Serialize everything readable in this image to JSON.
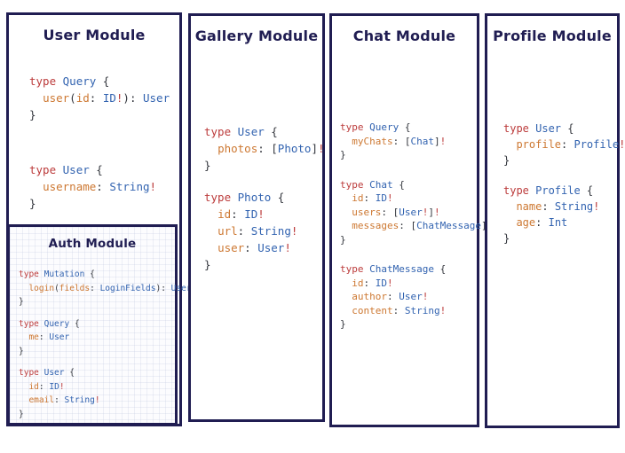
{
  "colors": {
    "navy": "#201d52",
    "red": "#bc3c3c",
    "blue": "#3263b0",
    "orange": "#cd7832",
    "punct": "#33363d",
    "background": "#ffffff",
    "auth_background": "#fcfcfe"
  },
  "modules": [
    {
      "id": "user-module",
      "title": "User Module",
      "blocks": [
        [
          [
            {
              "c": "k",
              "s": "type "
            },
            {
              "c": "t",
              "s": "Query"
            },
            {
              "c": "p",
              "s": " {"
            }
          ],
          [
            {
              "c": "p",
              "s": "  "
            },
            {
              "c": "f",
              "s": "user"
            },
            {
              "c": "p",
              "s": "("
            },
            {
              "c": "f",
              "s": "id"
            },
            {
              "c": "p",
              "s": ": "
            },
            {
              "c": "t",
              "s": "ID"
            },
            {
              "c": "b",
              "s": "!"
            },
            {
              "c": "p",
              "s": "): "
            },
            {
              "c": "t",
              "s": "User"
            }
          ],
          [
            {
              "c": "p",
              "s": "}"
            }
          ]
        ],
        [
          [
            {
              "c": "k",
              "s": "type "
            },
            {
              "c": "t",
              "s": "User"
            },
            {
              "c": "p",
              "s": " {"
            }
          ],
          [
            {
              "c": "p",
              "s": "  "
            },
            {
              "c": "f",
              "s": "username"
            },
            {
              "c": "p",
              "s": ": "
            },
            {
              "c": "t",
              "s": "String"
            },
            {
              "c": "b",
              "s": "!"
            }
          ],
          [
            {
              "c": "p",
              "s": "}"
            }
          ]
        ]
      ],
      "submodule": {
        "id": "auth-module",
        "title": "Auth Module",
        "blocks": [
          [
            [
              {
                "c": "k",
                "s": "type "
              },
              {
                "c": "t",
                "s": "Mutation"
              },
              {
                "c": "p",
                "s": " {"
              }
            ],
            [
              {
                "c": "p",
                "s": "  "
              },
              {
                "c": "f",
                "s": "login"
              },
              {
                "c": "p",
                "s": "("
              },
              {
                "c": "f",
                "s": "fields"
              },
              {
                "c": "p",
                "s": ": "
              },
              {
                "c": "t",
                "s": "LoginFields"
              },
              {
                "c": "p",
                "s": "): "
              },
              {
                "c": "t",
                "s": "User"
              }
            ],
            [
              {
                "c": "p",
                "s": "}"
              }
            ]
          ],
          [
            [
              {
                "c": "k",
                "s": "type "
              },
              {
                "c": "t",
                "s": "Query"
              },
              {
                "c": "p",
                "s": " {"
              }
            ],
            [
              {
                "c": "p",
                "s": "  "
              },
              {
                "c": "f",
                "s": "me"
              },
              {
                "c": "p",
                "s": ": "
              },
              {
                "c": "t",
                "s": "User"
              }
            ],
            [
              {
                "c": "p",
                "s": "}"
              }
            ]
          ],
          [
            [
              {
                "c": "k",
                "s": "type "
              },
              {
                "c": "t",
                "s": "User"
              },
              {
                "c": "p",
                "s": " {"
              }
            ],
            [
              {
                "c": "p",
                "s": "  "
              },
              {
                "c": "f",
                "s": "id"
              },
              {
                "c": "p",
                "s": ": "
              },
              {
                "c": "t",
                "s": "ID"
              },
              {
                "c": "b",
                "s": "!"
              }
            ],
            [
              {
                "c": "p",
                "s": "  "
              },
              {
                "c": "f",
                "s": "email"
              },
              {
                "c": "p",
                "s": ": "
              },
              {
                "c": "t",
                "s": "String"
              },
              {
                "c": "b",
                "s": "!"
              }
            ],
            [
              {
                "c": "p",
                "s": "}"
              }
            ]
          ]
        ]
      }
    },
    {
      "id": "gallery-module",
      "title": "Gallery Module",
      "blocks": [
        [
          [
            {
              "c": "k",
              "s": "type "
            },
            {
              "c": "t",
              "s": "User"
            },
            {
              "c": "p",
              "s": " {"
            }
          ],
          [
            {
              "c": "p",
              "s": "  "
            },
            {
              "c": "f",
              "s": "photos"
            },
            {
              "c": "p",
              "s": ": ["
            },
            {
              "c": "t",
              "s": "Photo"
            },
            {
              "c": "p",
              "s": "]"
            },
            {
              "c": "b",
              "s": "!"
            }
          ],
          [
            {
              "c": "p",
              "s": "}"
            }
          ]
        ],
        [
          [
            {
              "c": "k",
              "s": "type "
            },
            {
              "c": "t",
              "s": "Photo"
            },
            {
              "c": "p",
              "s": " {"
            }
          ],
          [
            {
              "c": "p",
              "s": "  "
            },
            {
              "c": "f",
              "s": "id"
            },
            {
              "c": "p",
              "s": ": "
            },
            {
              "c": "t",
              "s": "ID"
            },
            {
              "c": "b",
              "s": "!"
            }
          ],
          [
            {
              "c": "p",
              "s": "  "
            },
            {
              "c": "f",
              "s": "url"
            },
            {
              "c": "p",
              "s": ": "
            },
            {
              "c": "t",
              "s": "String"
            },
            {
              "c": "b",
              "s": "!"
            }
          ],
          [
            {
              "c": "p",
              "s": "  "
            },
            {
              "c": "f",
              "s": "user"
            },
            {
              "c": "p",
              "s": ": "
            },
            {
              "c": "t",
              "s": "User"
            },
            {
              "c": "b",
              "s": "!"
            }
          ],
          [
            {
              "c": "p",
              "s": "}"
            }
          ]
        ]
      ]
    },
    {
      "id": "chat-module",
      "title": "Chat Module",
      "blocks": [
        [
          [
            {
              "c": "k",
              "s": "type "
            },
            {
              "c": "t",
              "s": "Query"
            },
            {
              "c": "p",
              "s": " {"
            }
          ],
          [
            {
              "c": "p",
              "s": "  "
            },
            {
              "c": "f",
              "s": "myChats"
            },
            {
              "c": "p",
              "s": ": ["
            },
            {
              "c": "t",
              "s": "Chat"
            },
            {
              "c": "p",
              "s": "]"
            },
            {
              "c": "b",
              "s": "!"
            }
          ],
          [
            {
              "c": "p",
              "s": "}"
            }
          ]
        ],
        [
          [
            {
              "c": "k",
              "s": "type "
            },
            {
              "c": "t",
              "s": "Chat"
            },
            {
              "c": "p",
              "s": " {"
            }
          ],
          [
            {
              "c": "p",
              "s": "  "
            },
            {
              "c": "f",
              "s": "id"
            },
            {
              "c": "p",
              "s": ": "
            },
            {
              "c": "t",
              "s": "ID"
            },
            {
              "c": "b",
              "s": "!"
            }
          ],
          [
            {
              "c": "p",
              "s": "  "
            },
            {
              "c": "f",
              "s": "users"
            },
            {
              "c": "p",
              "s": ": ["
            },
            {
              "c": "t",
              "s": "User"
            },
            {
              "c": "b",
              "s": "!"
            },
            {
              "c": "p",
              "s": "]"
            },
            {
              "c": "b",
              "s": "!"
            }
          ],
          [
            {
              "c": "p",
              "s": "  "
            },
            {
              "c": "f",
              "s": "messages"
            },
            {
              "c": "p",
              "s": ": ["
            },
            {
              "c": "t",
              "s": "ChatMessage"
            },
            {
              "c": "p",
              "s": "]"
            },
            {
              "c": "b",
              "s": "!"
            }
          ],
          [
            {
              "c": "p",
              "s": "}"
            }
          ]
        ],
        [
          [
            {
              "c": "k",
              "s": "type "
            },
            {
              "c": "t",
              "s": "ChatMessage"
            },
            {
              "c": "p",
              "s": " {"
            }
          ],
          [
            {
              "c": "p",
              "s": "  "
            },
            {
              "c": "f",
              "s": "id"
            },
            {
              "c": "p",
              "s": ": "
            },
            {
              "c": "t",
              "s": "ID"
            },
            {
              "c": "b",
              "s": "!"
            }
          ],
          [
            {
              "c": "p",
              "s": "  "
            },
            {
              "c": "f",
              "s": "author"
            },
            {
              "c": "p",
              "s": ": "
            },
            {
              "c": "t",
              "s": "User"
            },
            {
              "c": "b",
              "s": "!"
            }
          ],
          [
            {
              "c": "p",
              "s": "  "
            },
            {
              "c": "f",
              "s": "content"
            },
            {
              "c": "p",
              "s": ": "
            },
            {
              "c": "t",
              "s": "String"
            },
            {
              "c": "b",
              "s": "!"
            }
          ],
          [
            {
              "c": "p",
              "s": "}"
            }
          ]
        ]
      ]
    },
    {
      "id": "profile-module",
      "title": "Profile Module",
      "blocks": [
        [
          [
            {
              "c": "k",
              "s": "type "
            },
            {
              "c": "t",
              "s": "User"
            },
            {
              "c": "p",
              "s": " {"
            }
          ],
          [
            {
              "c": "p",
              "s": "  "
            },
            {
              "c": "f",
              "s": "profile"
            },
            {
              "c": "p",
              "s": ": "
            },
            {
              "c": "t",
              "s": "Profile"
            },
            {
              "c": "b",
              "s": "!"
            }
          ],
          [
            {
              "c": "p",
              "s": "}"
            }
          ]
        ],
        [
          [
            {
              "c": "k",
              "s": "type "
            },
            {
              "c": "t",
              "s": "Profile"
            },
            {
              "c": "p",
              "s": " {"
            }
          ],
          [
            {
              "c": "p",
              "s": "  "
            },
            {
              "c": "f",
              "s": "name"
            },
            {
              "c": "p",
              "s": ": "
            },
            {
              "c": "t",
              "s": "String"
            },
            {
              "c": "b",
              "s": "!"
            }
          ],
          [
            {
              "c": "p",
              "s": "  "
            },
            {
              "c": "f",
              "s": "age"
            },
            {
              "c": "p",
              "s": ": "
            },
            {
              "c": "t",
              "s": "Int"
            }
          ],
          [
            {
              "c": "p",
              "s": "}"
            }
          ]
        ]
      ]
    }
  ]
}
